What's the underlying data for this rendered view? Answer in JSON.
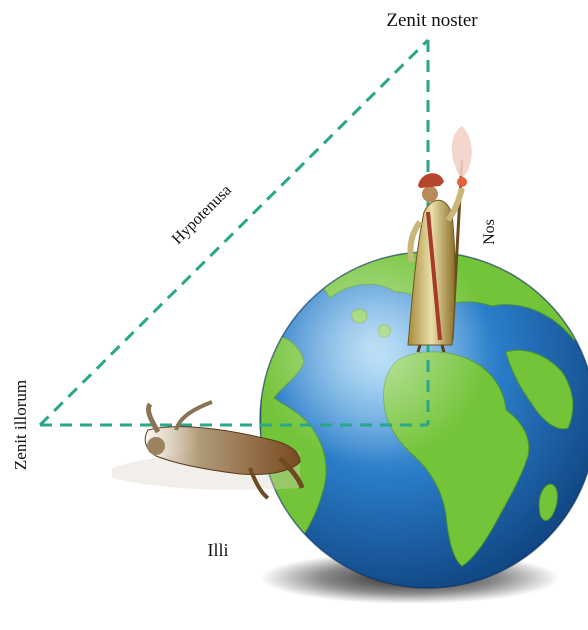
{
  "labels": {
    "zenit_noster": "Zenit noster",
    "zenit_illorum": "Zenit illorum",
    "hypotenusa": "Hypotenusa",
    "nos": "Nos",
    "illi": "Illi"
  },
  "colors": {
    "dashed_line": "#2aa68a",
    "ocean": "#1d68b5",
    "land": "#74c43a",
    "shadow": "#000000"
  },
  "figures": {
    "globe": "earth-globe",
    "upright_figure": "standing-robed-figure-with-staff",
    "inverted_figure": "figure-hanging-upside-down-on-globe-side"
  }
}
